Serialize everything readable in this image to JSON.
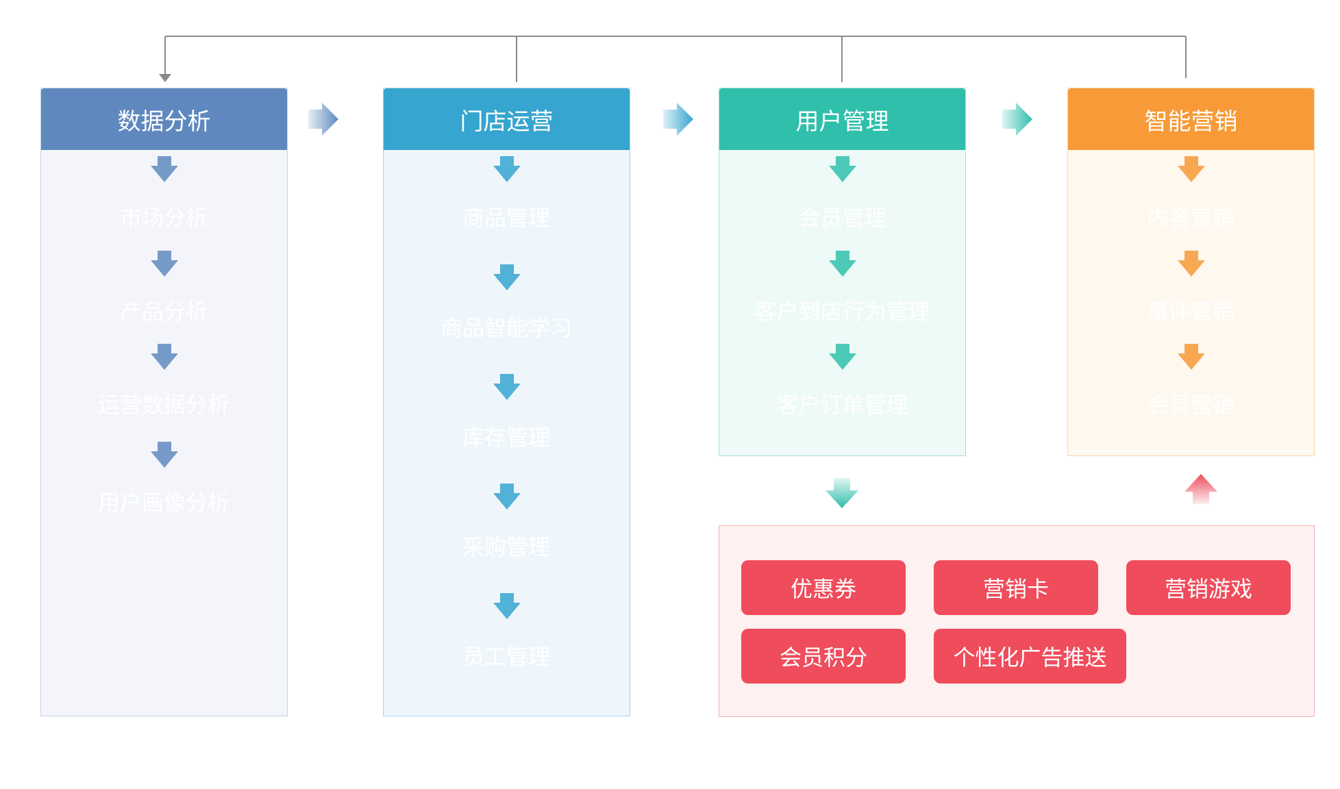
{
  "columns": {
    "data": {
      "title": "数据分析",
      "items": [
        "市场分析",
        "产品分析",
        "运营数据分析",
        "用户画像分析"
      ]
    },
    "store": {
      "title": "门店运营",
      "items": [
        "商品管理",
        "商品智能学习",
        "库存管理",
        "采购管理",
        "员工管理"
      ]
    },
    "user": {
      "title": "用户管理",
      "items": [
        "会员管理",
        "客户到店行为管理",
        "客户订单管理"
      ]
    },
    "marketing": {
      "title": "智能营销",
      "items": [
        "内容营销",
        "事件营销",
        "会员营销"
      ]
    }
  },
  "tools": [
    "优惠券",
    "营销卡",
    "营销游戏",
    "会员积分",
    "个性化广告推送"
  ],
  "colors": {
    "data": "#5f89be",
    "store": "#36a5cf",
    "user": "#2fbfab",
    "marketing": "#f79a37",
    "tools": "#ef4c5c",
    "connector": "#8a8a8a"
  }
}
